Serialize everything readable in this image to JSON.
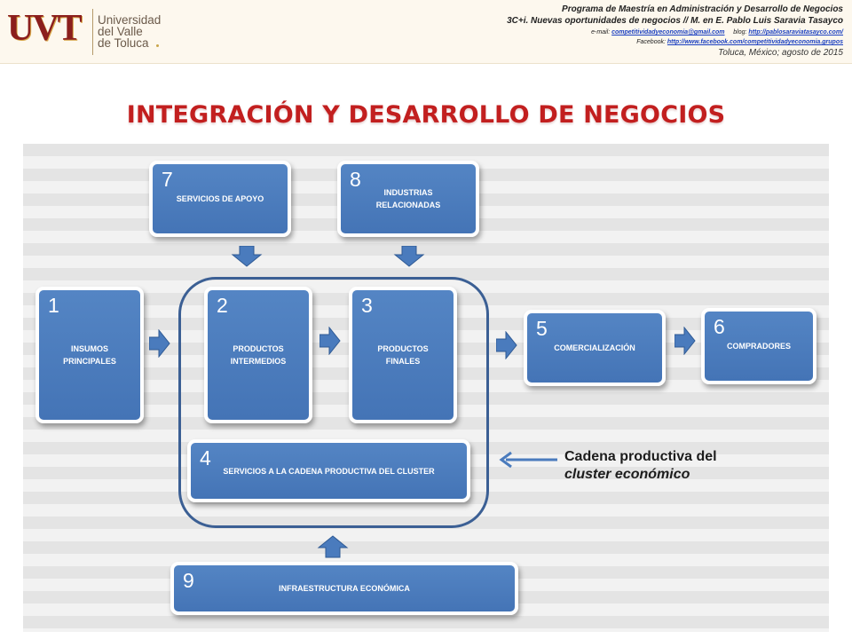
{
  "header": {
    "logo": {
      "mark": "UVT",
      "text_lines": [
        "Universidad",
        "del Valle",
        "de Toluca"
      ]
    },
    "program_line": "Programa de Maestría en Administración y Desarrollo de Negocios",
    "course_line": "3C+i. Nuevas oportunidades  de negocios // M. en E. Pablo Luis Saravia Tasayco",
    "email_label": "e-mail:",
    "email_value": "competitividadyeconomia@gmail.com",
    "blog_label": "blog:",
    "blog_value": "http://pablosaraviatasayco.com/",
    "facebook_label": "Facebook:",
    "facebook_value": "http://www.facebook.com/competitividadyeconomia.grupos",
    "place_date": "Toluca, México; agosto de 2015"
  },
  "title": "INTEGRACIÓN Y DESARROLLO DE NEGOCIOS",
  "diagram": {
    "boxes": [
      {
        "num": "1",
        "label": "INSUMOS\nPRINCIPALES"
      },
      {
        "num": "2",
        "label": "PRODUCTOS\nINTERMEDIOS"
      },
      {
        "num": "3",
        "label": "PRODUCTOS\nFINALES"
      },
      {
        "num": "4",
        "label": "SERVICIOS  A LA CADENA PRODUCTIVA DEL CLUSTER"
      },
      {
        "num": "5",
        "label": "COMERCIALIZACIÓN"
      },
      {
        "num": "6",
        "label": "COMPRADORES"
      },
      {
        "num": "7",
        "label": "SERVICIOS DE APOYO"
      },
      {
        "num": "8",
        "label": "INDUSTRIAS\nRELACIONADAS"
      },
      {
        "num": "9",
        "label": "INFRAESTRUCTURA ECONÓMICA"
      }
    ],
    "annotation": {
      "line1": "Cadena productiva del",
      "line2": "cluster económico"
    },
    "colors": {
      "box_fill": "#4a7bbd",
      "frame": "#3b5f94",
      "title": "#c21f1f"
    }
  }
}
